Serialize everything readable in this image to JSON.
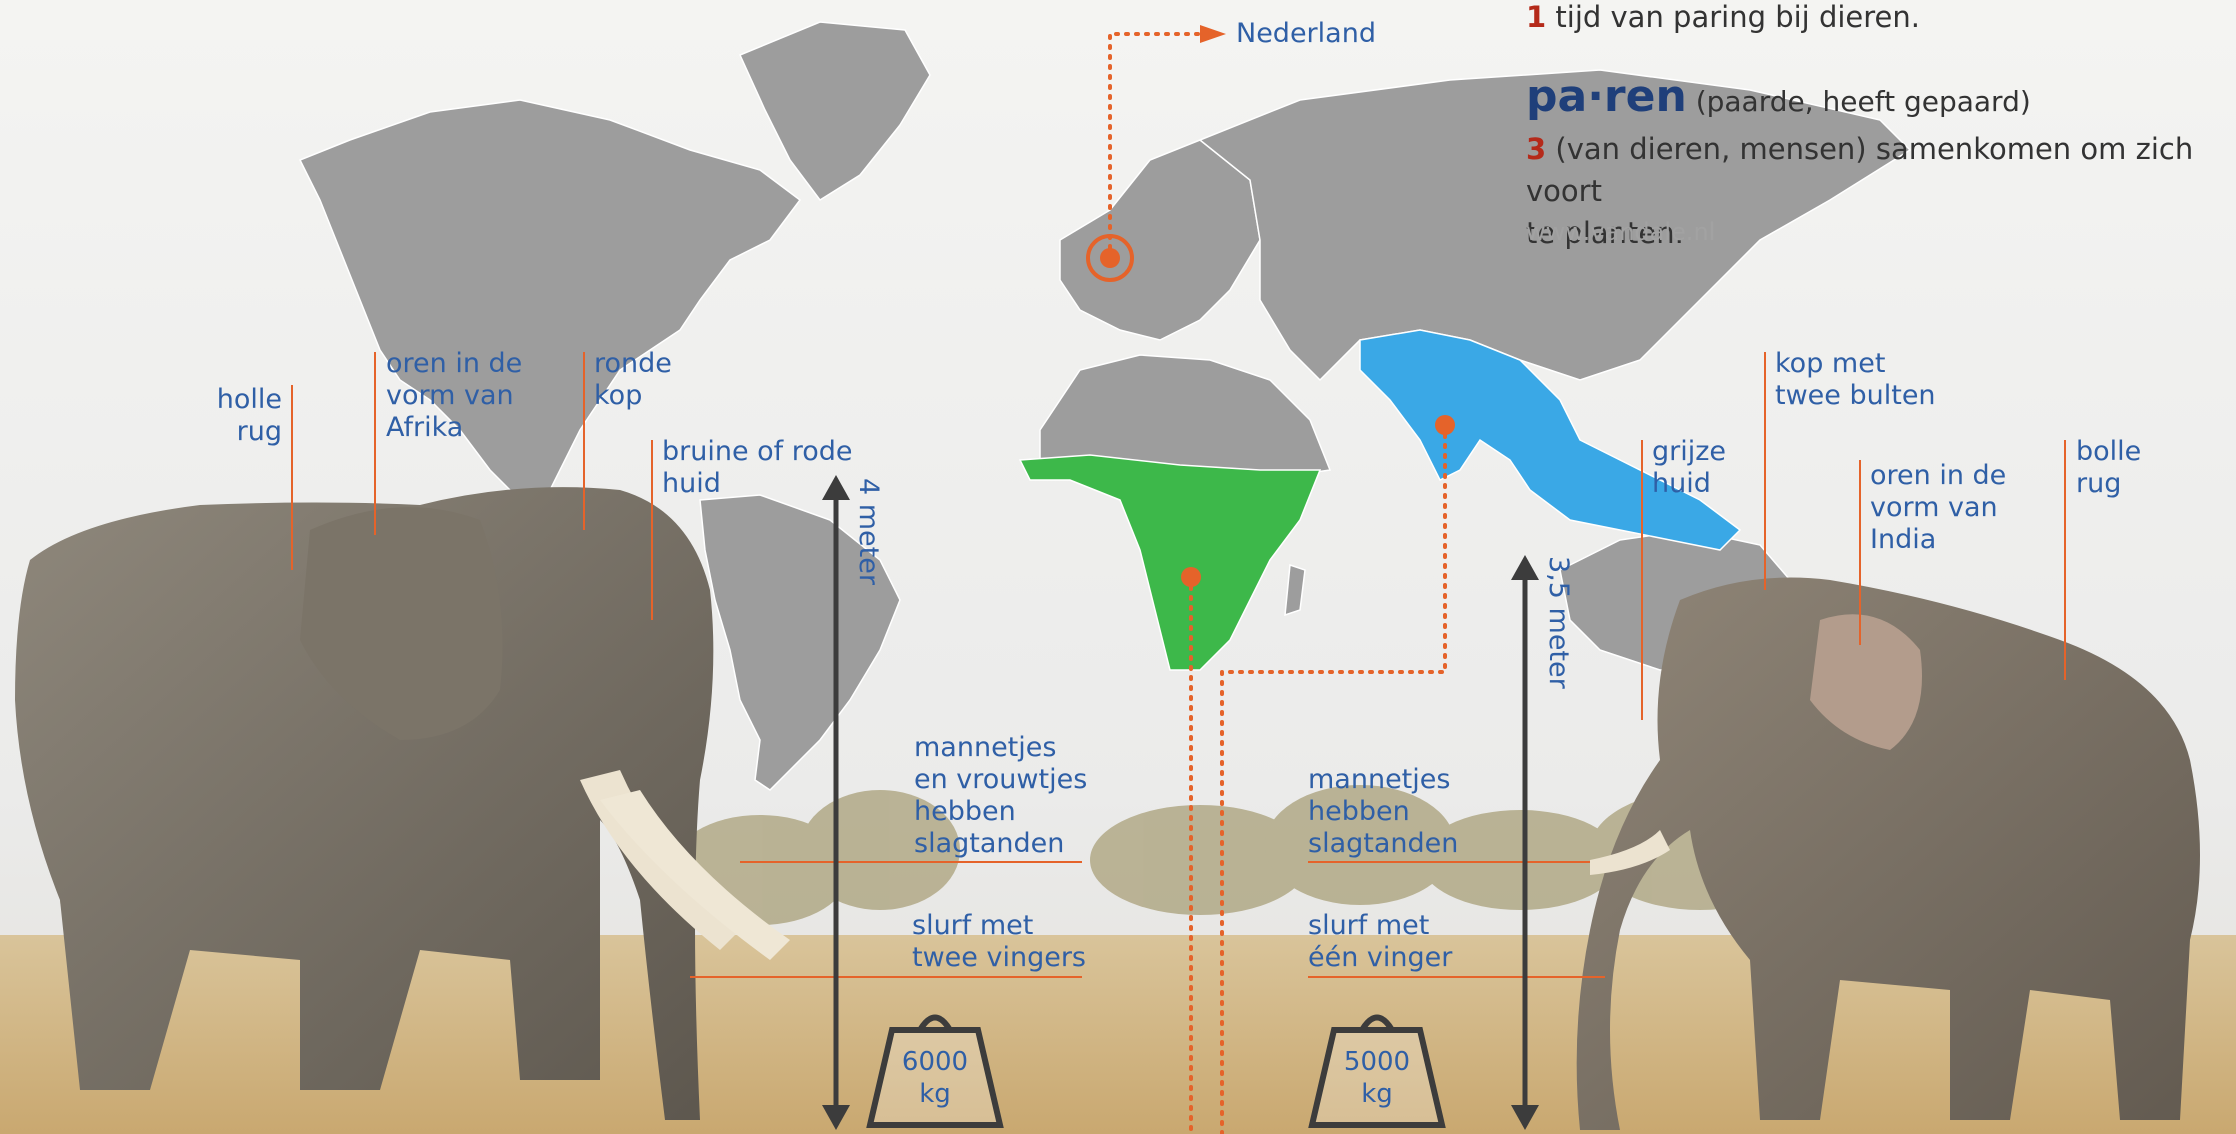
{
  "dictionary": {
    "line1_num": "1",
    "line1_text": "tijd van paring bij dieren.",
    "headword": "pa·ren",
    "headword_forms": "(paarde, heeft gepaard)",
    "sense_num": "3",
    "sense_text_1": "(van dieren, mensen) samenkomen om zich voort",
    "sense_text_2": "te planten.",
    "source": "www.vandale.nl"
  },
  "map": {
    "netherlands_label": "Nederland",
    "colors": {
      "land": "#9d9d9d",
      "africa": "#3db84a",
      "asia": "#3aa8e6",
      "marker": "#e5632a"
    }
  },
  "african_elephant": {
    "hollow_back": "holle\nrug",
    "ears": "oren in de\nvorm van\nAfrika",
    "head": "ronde\nkop",
    "skin": "bruine of rode\nhuid",
    "height": "4 meter",
    "tusks": "mannetjes\nen vrouwtjes\nhebben\nslagtanden",
    "trunk": "slurf met\ntwee vingers",
    "weight_value": "6000",
    "weight_unit": "kg"
  },
  "asian_elephant": {
    "skin": "grijze\nhuid",
    "head": "kop met\ntwee bulten",
    "ears": "oren in de\nvorm van\nIndia",
    "back": "bolle\nrug",
    "height": "3,5 meter",
    "tusks": "mannetjes\nhebben\nslagtanden",
    "trunk": "slurf met\néén vinger",
    "weight_value": "5000",
    "weight_unit": "kg"
  }
}
